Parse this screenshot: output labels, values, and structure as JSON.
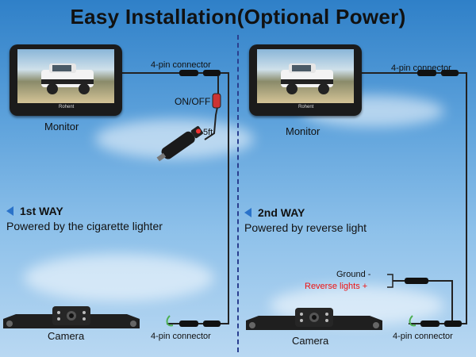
{
  "title": "Easy Installation(Optional Power)",
  "left": {
    "monitor_label": "Monitor",
    "monitor_brand": "Rohent",
    "connector_top": "4-pin connector",
    "switch_label": "ON/OFF",
    "cable_length": "5ft",
    "way_title": "1st WAY",
    "way_desc": "Powered by the cigarette lighter",
    "camera_label": "Camera",
    "connector_bottom": "4-pin connector"
  },
  "right": {
    "monitor_label": "Monitor",
    "monitor_brand": "Rohent",
    "connector_top": "4-pin connector",
    "way_title": "2nd WAY",
    "way_desc": "Powered by reverse light",
    "ground_label": "Ground",
    "ground_sign": "-",
    "reverse_label": "Reverse lights",
    "reverse_sign": "+",
    "camera_label": "Camera",
    "connector_bottom": "4-pin connector"
  },
  "colors": {
    "accent": "#2a72c9",
    "reverse_text": "#e11111",
    "divider": "#2a3f8f"
  }
}
